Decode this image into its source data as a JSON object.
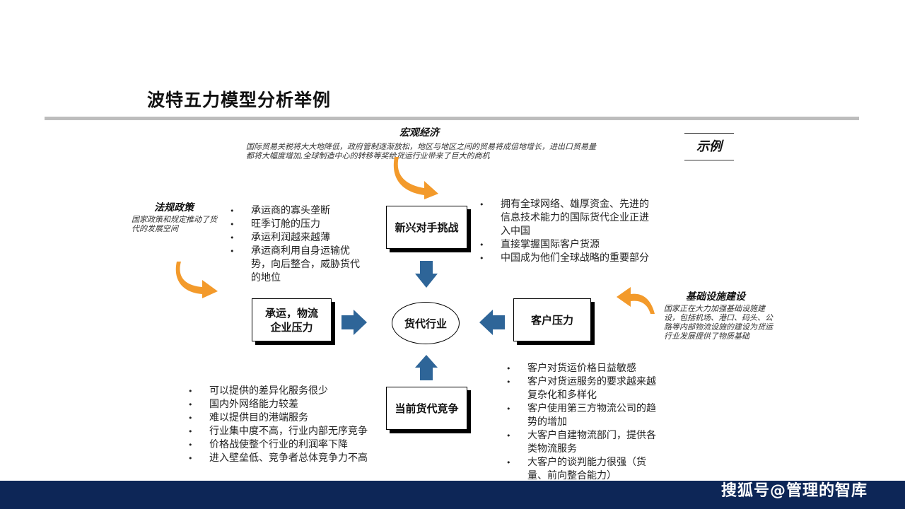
{
  "title": "波特五力模型分析举例",
  "example_label": "示例",
  "external": {
    "macro": {
      "title": "宏观经济",
      "desc": "国际贸易关税将大大地降低，政府管制逐渐放松，地区与地区之间的贸易将成倍地增长，进出口贸易量都将大幅度增加,全球制造中心的转移等奖给货运行业带来了巨大的商机"
    },
    "policy": {
      "title": "法规政策",
      "desc": "国家政策和规定推动了货代的发展空间"
    },
    "infra": {
      "title": "基础设施建设",
      "desc": "国家正在大力加强基础设施建设，包括机场、港口、码头、公路等内部物流设施的建设为货运行业发展提供了物质基础"
    }
  },
  "center": "货代行业",
  "forces": {
    "new_entrants": "新兴对手挑战",
    "suppliers": [
      "承运，物流",
      "企业压力"
    ],
    "buyers": "客户压力",
    "rivalry": "当前货代竞争"
  },
  "bullets": {
    "suppliers": [
      "承运商的寡头垄断",
      "旺季订舱的压力",
      "承运利润越来越薄",
      "承运商利用自身运输优势，向后整合，威胁货代的地位"
    ],
    "new_entrants": [
      "拥有全球网络、雄厚资金、先进的信息技术能力的国际货代企业正进入中国",
      "直接掌握国际客户货源",
      "中国成为他们全球战略的重要部分"
    ],
    "buyers": [
      "客户对货运价格日益敏感",
      "客户对货运服务的要求越来越复杂化和多样化",
      "客户使用第三方物流公司的趋势的增加",
      "大客户自建物流部门，提供各类物流服务",
      "大客户的谈判能力很强（货量、前向整合能力）"
    ],
    "rivalry": [
      "可以提供的差异化服务很少",
      "国内外网络能力较差",
      "难以提供目的港端服务",
      "行业集中度不高，行业内部无序竞争",
      "价格战使整个行业的利润率下降",
      "进入壁垒低、竞争者总体竞争力不高"
    ]
  },
  "watermark": "搜狐号@管理的智库",
  "colors": {
    "blue_arrow": "#2e6598",
    "orange_arrow": "#f39a2b",
    "footer": "#0d2657"
  }
}
